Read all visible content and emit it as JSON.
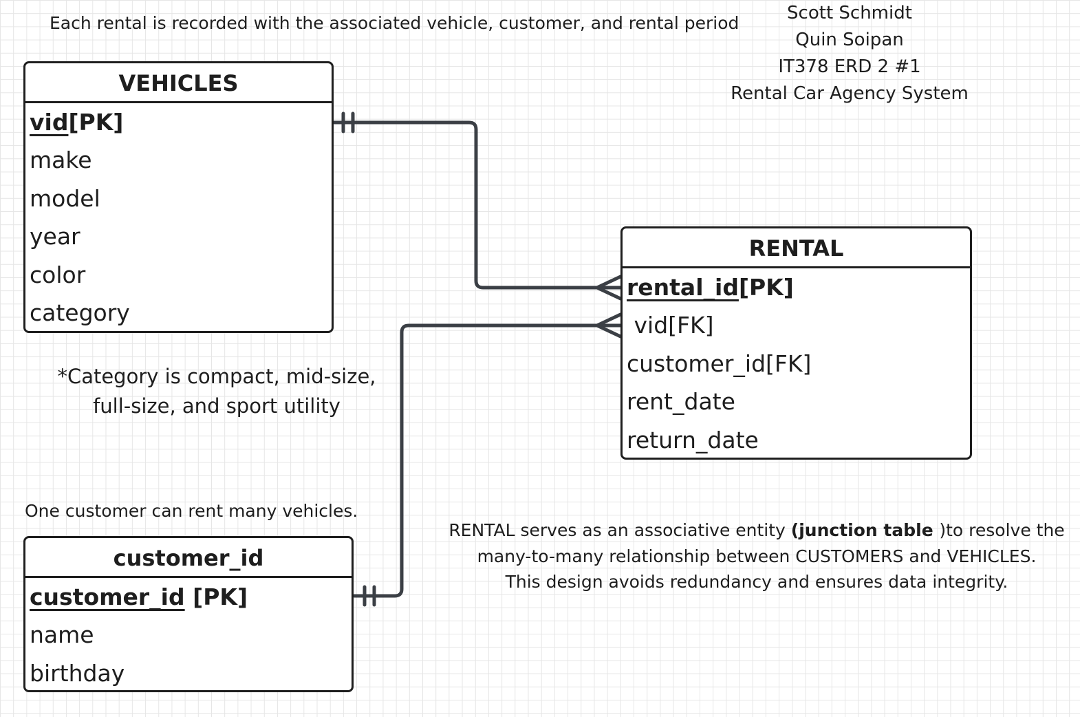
{
  "notes": {
    "top": "Each rental is recorded with the associated vehicle, customer, and rental period",
    "authors": [
      "Scott Schmidt",
      "Quin Soipan",
      "IT378 ERD 2 #1",
      "Rental Car Agency System"
    ],
    "category_line1": "*Category is compact, mid-size,",
    "category_line2": "full-size, and sport utility",
    "customer": "One customer can rent many vehicles.",
    "rental": {
      "line1_before": "RENTAL serves as an associative entity ",
      "line1_bold": "(junction table ",
      "line1_after": ")to resolve the",
      "line2": "many-to-many relationship between CUSTOMERS and VEHICLES.",
      "line3": "This design avoids redundancy and ensures data integrity."
    }
  },
  "entities": {
    "vehicles": {
      "title": "VEHICLES",
      "pk_name": "vid",
      "pk_suffix": "[PK]",
      "attributes": [
        "make",
        "model",
        "year",
        "color",
        "category"
      ]
    },
    "rental": {
      "title": "RENTAL",
      "pk_name": "rental_id",
      "pk_suffix": "[PK]",
      "attributes": [
        " vid[FK]",
        "customer_id[FK]",
        "rent_date",
        "return_date"
      ]
    },
    "customer": {
      "title": "customer_id",
      "pk_name": "customer_id",
      "pk_suffix": " [PK]",
      "attributes": [
        "name",
        "birthday"
      ]
    }
  },
  "relationships": [
    {
      "from": "VEHICLES.vid",
      "from_cardinality": "one-and-only-one",
      "to": "RENTAL",
      "to_cardinality": "many"
    },
    {
      "from": "customer_id.customer_id",
      "from_cardinality": "one-and-only-one",
      "to": "RENTAL",
      "to_cardinality": "many"
    }
  ],
  "colors": {
    "line": "#3b3f45",
    "border": "#1e1e1e",
    "text": "#1e1e1e",
    "grid": "#e6e6e6"
  }
}
